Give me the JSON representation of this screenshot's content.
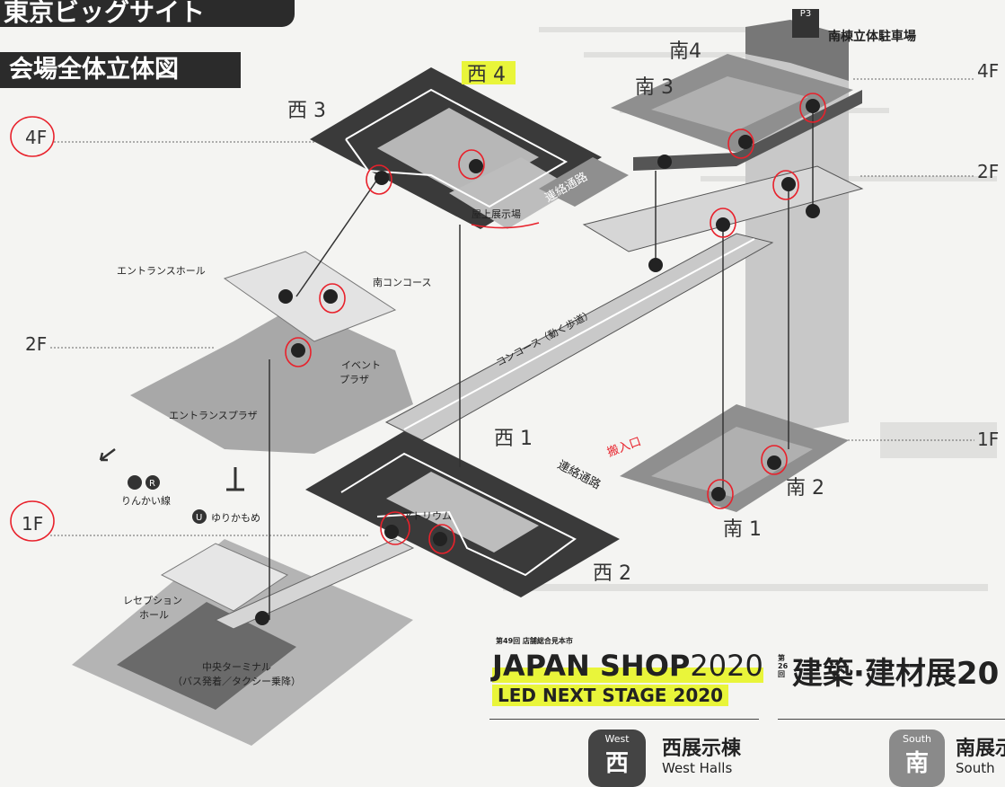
{
  "header": {
    "title": "東京ビッグサイト",
    "subtitle": "会場全体立体図"
  },
  "floors": {
    "left_4f": "4F",
    "left_2f": "2F",
    "left_1f": "1F",
    "right_4f": "4F",
    "right_2f": "2F",
    "right_1f": "1F"
  },
  "halls": {
    "west1": "西 1",
    "west2": "西 2",
    "west3": "西 3",
    "west4": "西 4",
    "south1": "南 1",
    "south2": "南 2",
    "south3": "南 3",
    "south4": "南4"
  },
  "labels": {
    "rooftop": "屋上展示場",
    "connector_top": "連絡通路",
    "connector_mid": "連絡通路",
    "concourse": "コンコース（動く歩道）",
    "entrance_hall": "エントランスホール",
    "south_concourse": "南コンコース",
    "event_plaza_1": "イベント",
    "event_plaza_2": "プラザ",
    "entrance_plaza": "エントランスプラザ",
    "atrium": "アトリウム",
    "rinkai": "りんかい線",
    "yurikamome": "ゆりかもめ",
    "reception_1": "レセプション",
    "reception_2": "ホール",
    "terminal_1": "中央ターミナル",
    "terminal_2": "（バス発着／タクシー乗降）",
    "parking": "南棟立体駐車場",
    "parking_badge": "P3",
    "handwritten": "搬入口"
  },
  "event": {
    "js_sup": "第49回 店舗総合見本市",
    "js_title": "JAPAN SHOP",
    "js_year": "2020",
    "js_led": "LED NEXT STAGE 2020",
    "kenchiku_sup": "第26回",
    "kenchiku": "建築·建材展20"
  },
  "legend": {
    "west_tag": "West",
    "west_kanji": "西",
    "west_label": "西展示棟",
    "west_en": "West Halls",
    "south_tag": "South",
    "south_kanji": "南",
    "south_label": "南展示棟",
    "south_en": "South"
  },
  "colors": {
    "dark_hall": "#3a3a3a",
    "light_hall": "#8f8f8f",
    "floor_plate": "#bdbdbd",
    "highlight": "#e9f53a",
    "annotation": "#e8212b"
  }
}
